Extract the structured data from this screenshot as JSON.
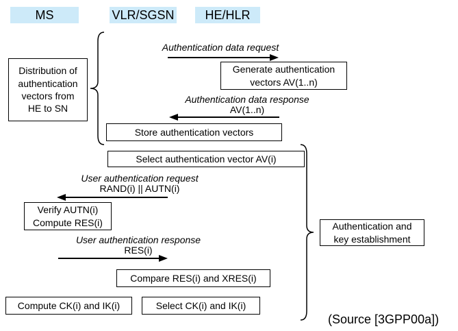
{
  "colors": {
    "actor_bg": "#cdeaf9",
    "line": "#000000"
  },
  "actors": [
    {
      "label": "MS"
    },
    {
      "label": "VLR/SGSN"
    },
    {
      "label": "HE/HLR"
    }
  ],
  "messages": [
    {
      "label": "Authentication data request",
      "payload": "",
      "direction": "right"
    },
    {
      "label": "Authentication data response",
      "payload": "AV(1..n)",
      "direction": "left"
    },
    {
      "label": "User authentication request",
      "payload": "RAND(i) || AUTN(i)",
      "direction": "left"
    },
    {
      "label": "User authentication response",
      "payload": "RES(i)",
      "direction": "right"
    }
  ],
  "boxes": {
    "distribution": {
      "lines": [
        "Distribution of",
        "authentication",
        "vectors from",
        "HE to SN"
      ]
    },
    "generate": {
      "lines": [
        "Generate authentication",
        "vectors AV(1..n)"
      ]
    },
    "store": {
      "lines": [
        "Store authentication vectors"
      ]
    },
    "select_av": {
      "lines": [
        "Select authentication vector AV(i)"
      ]
    },
    "verify": {
      "lines": [
        "Verify AUTN(i)",
        "Compute RES(i)"
      ]
    },
    "compare": {
      "lines": [
        "Compare RES(i) and XRES(i)"
      ]
    },
    "compute_ck": {
      "lines": [
        "Compute CK(i) and IK(i)"
      ]
    },
    "select_ck": {
      "lines": [
        "Select CK(i) and IK(i)"
      ]
    },
    "auth_key": {
      "lines": [
        "Authentication and",
        "key establishment"
      ]
    }
  },
  "source_note": "(Source [3GPP00a])"
}
